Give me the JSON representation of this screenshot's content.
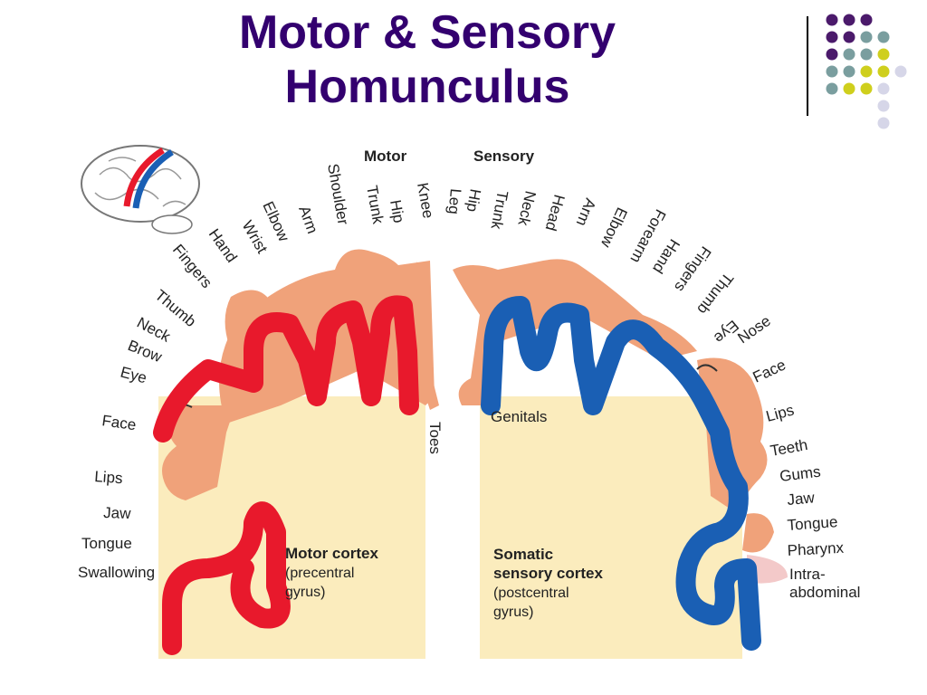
{
  "title": {
    "line1": "Motor & Sensory",
    "line2": "Homunculus"
  },
  "colors": {
    "title": "#33006f",
    "motor_cortex": "#e8192c",
    "sensory_cortex": "#1a5fb4",
    "body": "#f0a27a",
    "white_matter": "#fbecbd",
    "deco_purple": "#4b1a6b",
    "deco_teal": "#7a9e9f",
    "deco_yellow": "#cfcf1d",
    "deco_lavender": "#d6d6e8"
  },
  "headers": {
    "motor": "Motor",
    "sensory": "Sensory"
  },
  "motor_labels": [
    "Shoulder",
    "Trunk",
    "Hip",
    "Knee",
    "Arm",
    "Elbow",
    "Wrist",
    "Hand",
    "Fingers",
    "Thumb",
    "Neck",
    "Brow",
    "Eye",
    "Face",
    "Lips",
    "Jaw",
    "Tongue",
    "Swallowing",
    "Toes"
  ],
  "sensory_labels": [
    "Leg",
    "Hip",
    "Trunk",
    "Neck",
    "Head",
    "Arm",
    "Elbow",
    "Forearm",
    "Hand",
    "Fingers",
    "Thumb",
    "Eye",
    "Nose",
    "Face",
    "Lips",
    "Teeth",
    "Gums",
    "Jaw",
    "Tongue",
    "Pharynx",
    "Intra-",
    "abdominal",
    "Genitals"
  ],
  "captions": {
    "motor": {
      "line1": "Motor cortex",
      "line2": "(precentral",
      "line3": "gyrus)"
    },
    "sensory": {
      "line1": "Somatic",
      "line2": "sensory cortex",
      "line3": "(postcentral",
      "line4": "gyrus)"
    }
  }
}
